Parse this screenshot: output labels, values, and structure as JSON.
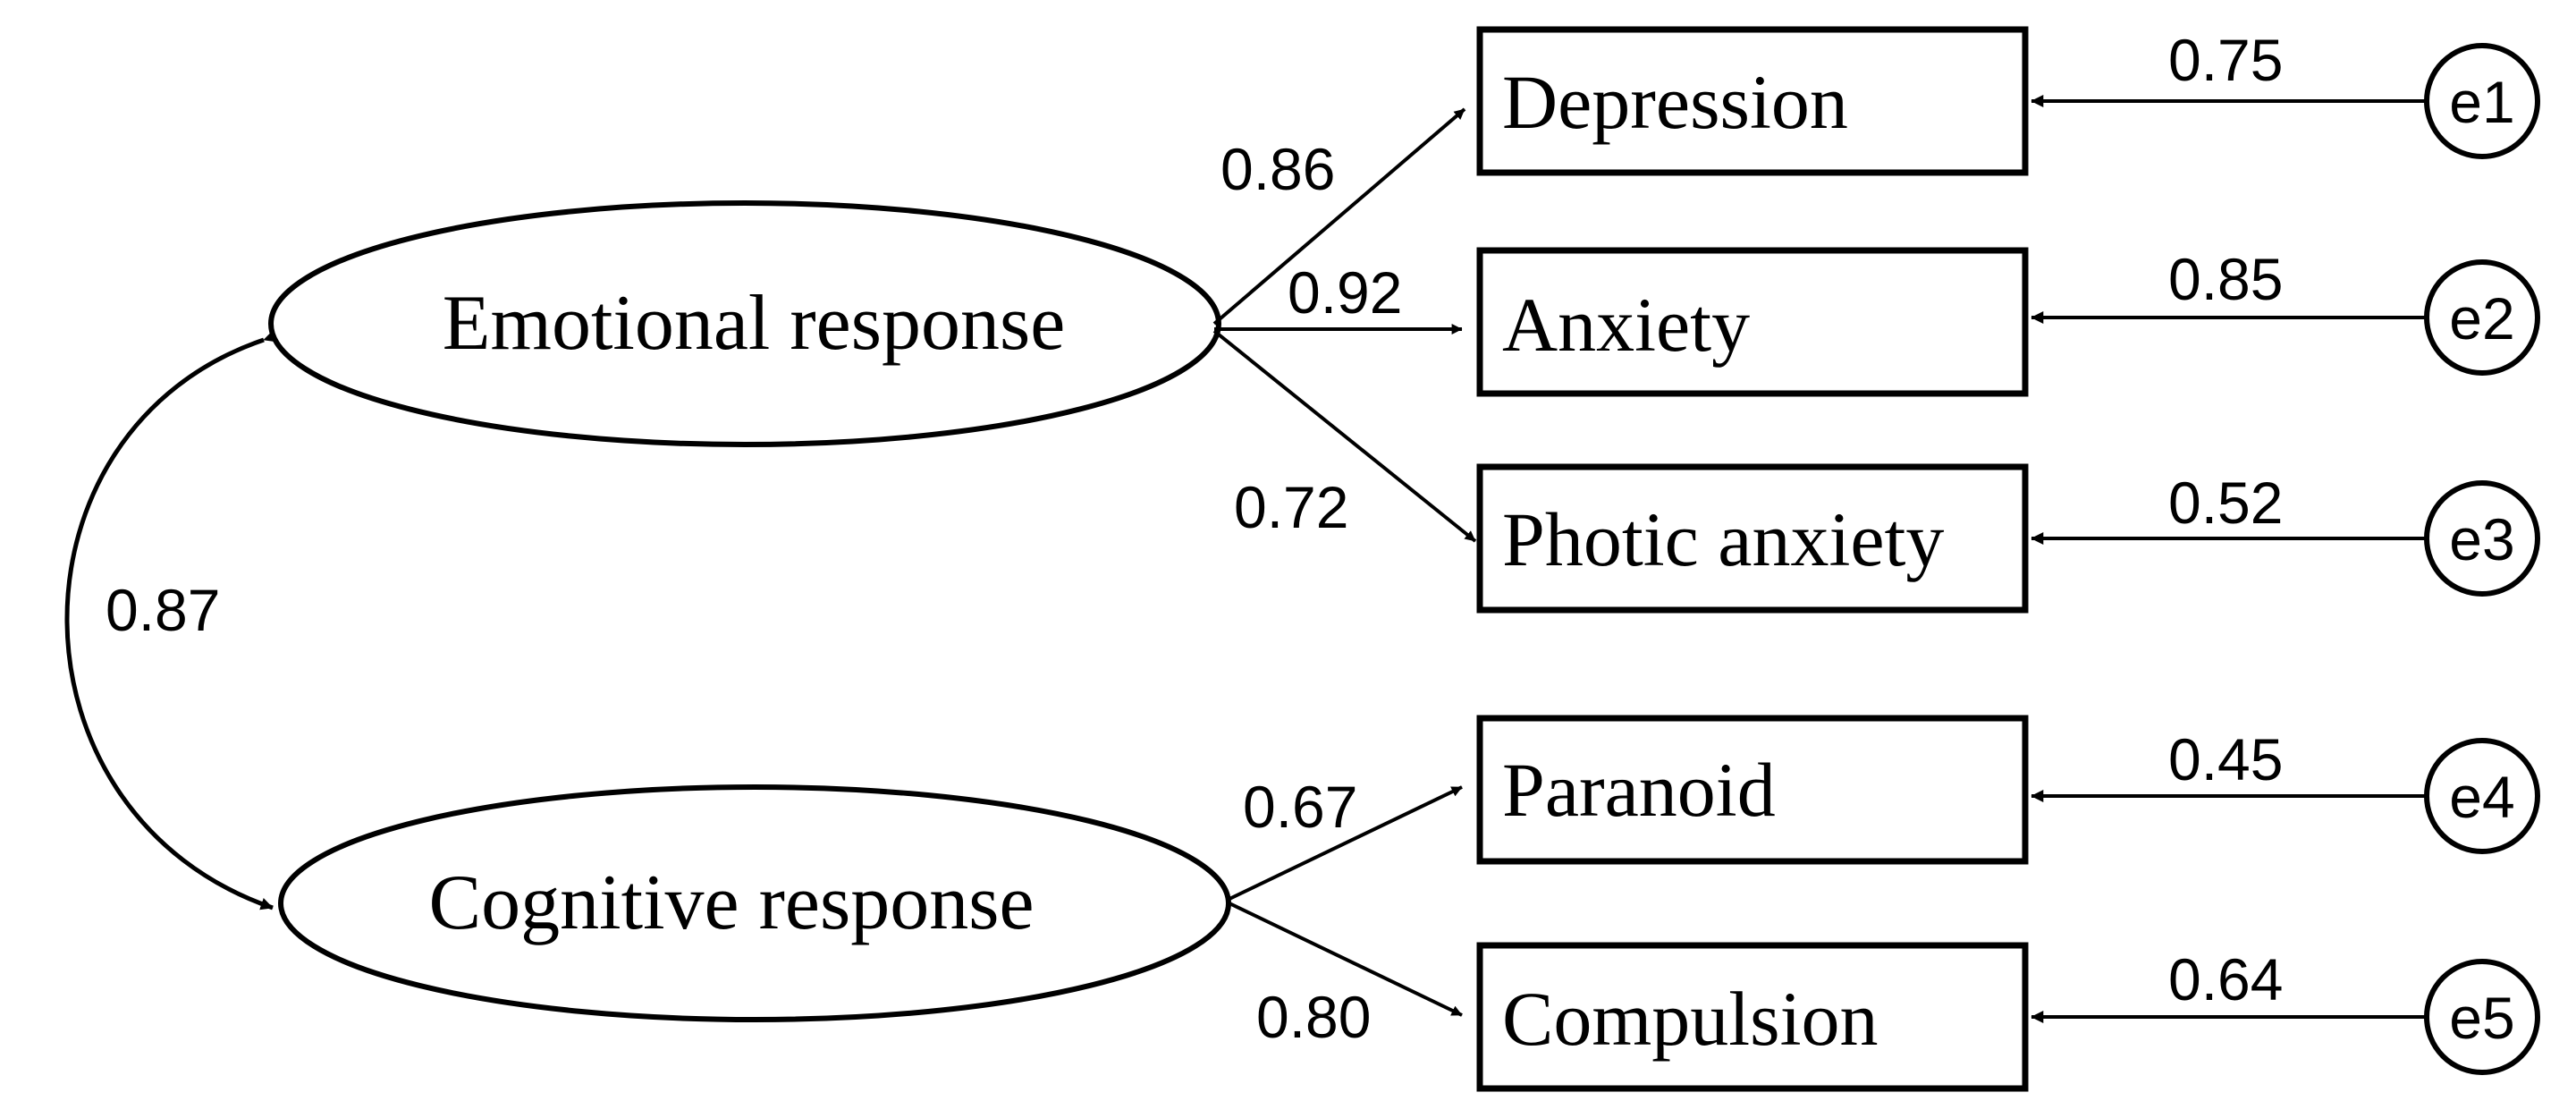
{
  "diagram": {
    "latent_variables": [
      {
        "id": "emotional",
        "label": "Emotional response"
      },
      {
        "id": "cognitive",
        "label": "Cognitive response"
      }
    ],
    "correlation": {
      "between": [
        "emotional",
        "cognitive"
      ],
      "value": "0.87"
    },
    "observed_variables": [
      {
        "id": "depression",
        "label": "Depression",
        "factor": "emotional",
        "loading": "0.86",
        "error": "e1",
        "error_value": "0.75"
      },
      {
        "id": "anxiety",
        "label": "Anxiety",
        "factor": "emotional",
        "loading": "0.92",
        "error": "e2",
        "error_value": "0.85"
      },
      {
        "id": "photic",
        "label": "Photic anxiety",
        "factor": "emotional",
        "loading": "0.72",
        "error": "e3",
        "error_value": "0.52"
      },
      {
        "id": "paranoid",
        "label": "Paranoid",
        "factor": "cognitive",
        "loading": "0.67",
        "error": "e4",
        "error_value": "0.45"
      },
      {
        "id": "compulsion",
        "label": "Compulsion",
        "factor": "cognitive",
        "loading": "0.80",
        "error": "e5",
        "error_value": "0.64"
      }
    ]
  }
}
